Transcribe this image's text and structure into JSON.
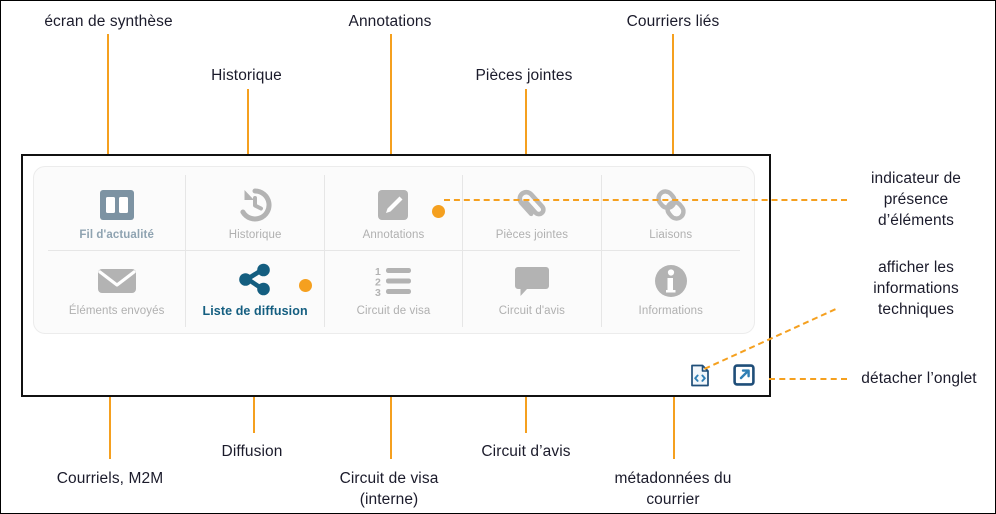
{
  "panel": {
    "tabs": [
      {
        "id": "fil-dactualite",
        "label": "Fil d'actualité",
        "icon": "dashboard-columns-icon",
        "state": "soft-active",
        "indicator": false
      },
      {
        "id": "historique",
        "label": "Historique",
        "icon": "history-clock-icon",
        "state": "inactive",
        "indicator": false
      },
      {
        "id": "annotations",
        "label": "Annotations",
        "icon": "pencil-edit-icon",
        "state": "inactive",
        "indicator": true
      },
      {
        "id": "pieces-jointes",
        "label": "Pièces jointes",
        "icon": "paperclip-icon",
        "state": "inactive",
        "indicator": false
      },
      {
        "id": "liaisons",
        "label": "Liaisons",
        "icon": "link-chain-icon",
        "state": "inactive",
        "indicator": false
      },
      {
        "id": "elements-envoyes",
        "label": "Éléments envoyés",
        "icon": "envelope-icon",
        "state": "inactive",
        "indicator": false
      },
      {
        "id": "liste-diffusion",
        "label": "Liste de diffusion",
        "icon": "share-nodes-icon",
        "state": "active",
        "indicator": true
      },
      {
        "id": "circuit-de-visa",
        "label": "Circuit de visa",
        "icon": "numbered-list-icon",
        "state": "inactive",
        "indicator": false
      },
      {
        "id": "circuit-davis",
        "label": "Circuit d'avis",
        "icon": "speech-bubble-icon",
        "state": "inactive",
        "indicator": false
      },
      {
        "id": "informations",
        "label": "Informations",
        "icon": "info-circle-icon",
        "state": "inactive",
        "indicator": false
      }
    ],
    "actions": [
      {
        "id": "technical-info",
        "icon": "file-code-icon",
        "label": ""
      },
      {
        "id": "detach-tab",
        "icon": "external-link-icon",
        "label": ""
      }
    ]
  },
  "callouts": {
    "top": [
      {
        "id": "ecran-de-synthese",
        "text": "écran de synthèse"
      },
      {
        "id": "historique",
        "text": "Historique"
      },
      {
        "id": "annotations",
        "text": "Annotations"
      },
      {
        "id": "pieces-jointes",
        "text": "Pièces jointes"
      },
      {
        "id": "courriers-lies",
        "text": "Courriers liés"
      }
    ],
    "right": [
      {
        "id": "indicateur-presence",
        "text": "indicateur de\nprésence\nd’éléments"
      },
      {
        "id": "afficher-infos-tech",
        "text": "afficher les\ninformations\ntechniques"
      },
      {
        "id": "detacher-onglet",
        "text": "détacher l’onglet"
      }
    ],
    "bottom": [
      {
        "id": "courriels-m2m",
        "text": "Courriels, M2M"
      },
      {
        "id": "diffusion",
        "text": "Diffusion"
      },
      {
        "id": "circuit-de-visa",
        "text": "Circuit de visa\n(interne)"
      },
      {
        "id": "circuit-davis",
        "text": "Circuit d’avis"
      },
      {
        "id": "metadonnees",
        "text": "métadonnées du\ncourrier"
      }
    ]
  },
  "colors": {
    "accent_orange": "#f5a01f",
    "icon_grey": "#b3b3b3",
    "active_blue": "#145e80",
    "soft_blue": "#8fa3b1",
    "text_dark": "#1b1b2b"
  }
}
